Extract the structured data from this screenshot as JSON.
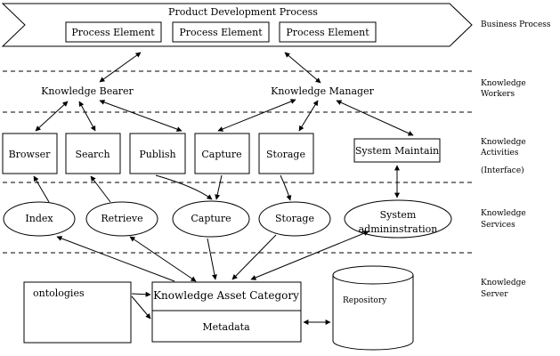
{
  "process": {
    "title": "Product Development Process",
    "elements": [
      "Process Element",
      "Process Element",
      "Process Element"
    ]
  },
  "layers": {
    "business": "Business Process",
    "workers": [
      "Knowledge",
      "Workers"
    ],
    "activities": [
      "Knowledge",
      "Activities"
    ],
    "interface": "(Interface)",
    "services": [
      "Knowledge",
      "Services"
    ],
    "server": [
      "Knowledge",
      "Server"
    ]
  },
  "workers": {
    "bearer": "Knowledge Bearer",
    "manager": "Knowledge Manager"
  },
  "activities": {
    "browser": "Browser",
    "search": "Search",
    "publish": "Publish",
    "capture": "Capture",
    "storage": "Storage",
    "system_maintain": "System Maintain"
  },
  "services": {
    "index": "Index",
    "retrieve": "Retrieve",
    "capture": "Capture",
    "storage": "Storage",
    "system_admin": [
      "System",
      "admininstration"
    ]
  },
  "server": {
    "ontologies": "ontologies",
    "asset_category": "Knowledge Asset Category",
    "metadata": "Metadata",
    "repository": "Repository"
  }
}
